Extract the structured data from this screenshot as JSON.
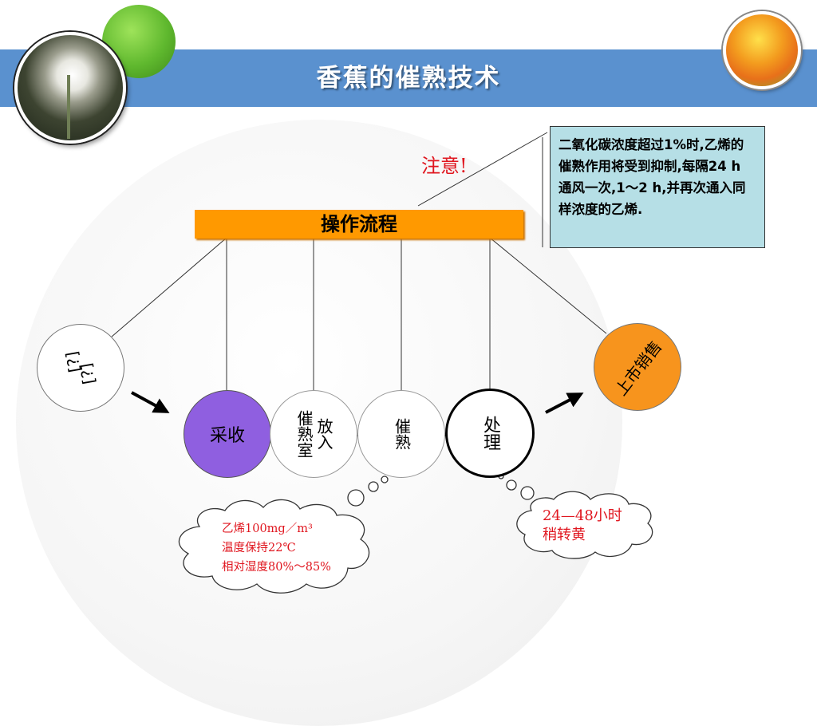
{
  "title": "香蕉的催熟技术",
  "process_header": "操作流程",
  "note": {
    "label": "注意!",
    "text": "二氧化碳浓度超过1%时,乙烯的催熟作用将受到抑制,每隔24 h 通风一次,1～2 h,并再次通入同样浓度的乙烯."
  },
  "steps": {
    "pick_line1": "[?]",
    "pick_line2": "[?]",
    "harvest": "采收",
    "ripening_room_col1": "催熟室",
    "ripening_room_col2": "放入",
    "ripening": "催熟",
    "treatment": "处理",
    "market": "上市销售"
  },
  "cloud_conditions": {
    "line1": "乙烯100mg／m³",
    "line2": "温度保持22℃",
    "line3": "相对湿度80%～85%"
  },
  "cloud_result": {
    "line1": "24—48小时",
    "line2": "稍转黄"
  },
  "colors": {
    "banner": "#5a91cf",
    "process_header": "#ff9900",
    "harvest_circle": "#8f5fe0",
    "market_circle": "#f7941d",
    "note_box": "#b6dfe6",
    "accent_red": "#e0161f"
  }
}
